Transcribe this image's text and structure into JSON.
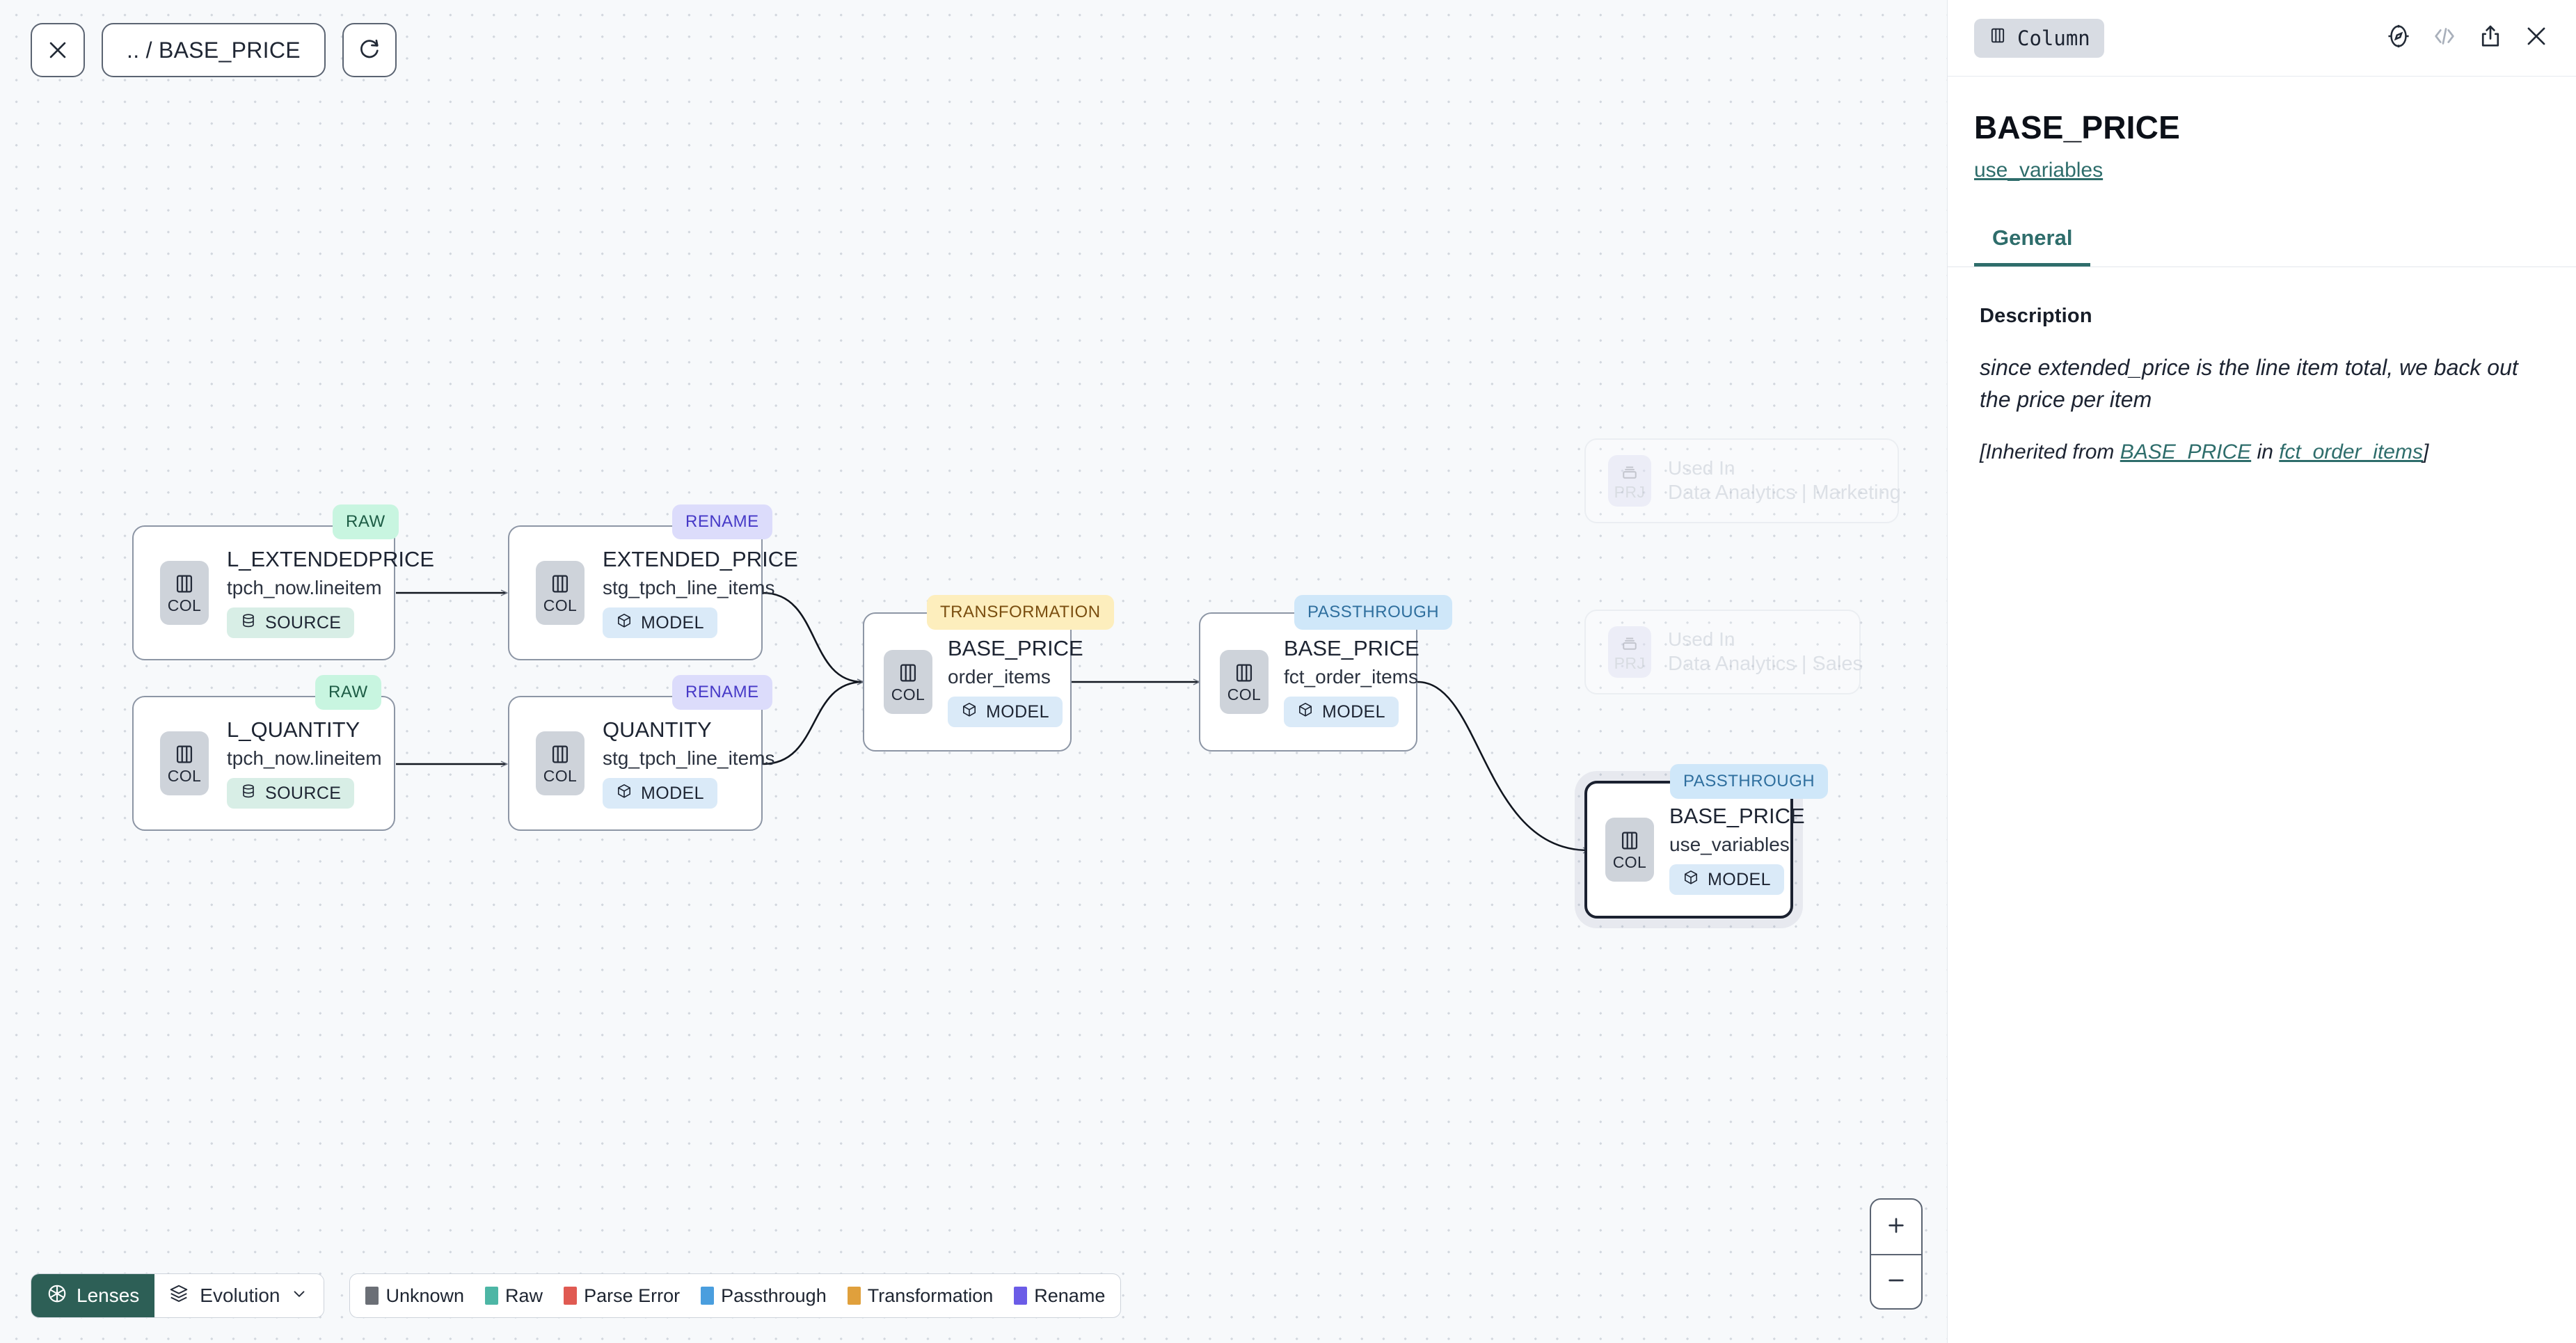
{
  "toolbar": {
    "close_icon": "close-icon",
    "breadcrumb": ".. / BASE_PRICE",
    "refresh_icon": "refresh-icon"
  },
  "graph": {
    "nodes": [
      {
        "id": "l_extendedprice",
        "icon_label": "COL",
        "title": "L_EXTENDEDPRICE",
        "subtitle": "tpch_now.lineitem",
        "kind": "SOURCE",
        "status": "RAW",
        "selected": false,
        "ghost": false
      },
      {
        "id": "l_quantity",
        "icon_label": "COL",
        "title": "L_QUANTITY",
        "subtitle": "tpch_now.lineitem",
        "kind": "SOURCE",
        "status": "RAW",
        "selected": false,
        "ghost": false
      },
      {
        "id": "extended_price",
        "icon_label": "COL",
        "title": "EXTENDED_PRICE",
        "subtitle": "stg_tpch_line_items",
        "kind": "MODEL",
        "status": "RENAME",
        "selected": false,
        "ghost": false
      },
      {
        "id": "quantity",
        "icon_label": "COL",
        "title": "QUANTITY",
        "subtitle": "stg_tpch_line_items",
        "kind": "MODEL",
        "status": "RENAME",
        "selected": false,
        "ghost": false
      },
      {
        "id": "base_price_order_items",
        "icon_label": "COL",
        "title": "BASE_PRICE",
        "subtitle": "order_items",
        "kind": "MODEL",
        "status": "TRANSFORMATION",
        "selected": false,
        "ghost": false
      },
      {
        "id": "base_price_fct_order_items",
        "icon_label": "COL",
        "title": "BASE_PRICE",
        "subtitle": "fct_order_items",
        "kind": "MODEL",
        "status": "PASSTHROUGH",
        "selected": false,
        "ghost": false
      },
      {
        "id": "base_price_use_variables",
        "icon_label": "COL",
        "title": "BASE_PRICE",
        "subtitle": "use_variables",
        "kind": "MODEL",
        "status": "PASSTHROUGH",
        "selected": true,
        "ghost": false
      },
      {
        "id": "used_in_marketing",
        "icon_label": "PRJ",
        "title": "Used In",
        "subtitle": "Data Analytics | Marketing",
        "kind": "",
        "status": "",
        "selected": false,
        "ghost": true
      },
      {
        "id": "used_in_sales",
        "icon_label": "PRJ",
        "title": "Used In",
        "subtitle": "Data Analytics | Sales",
        "kind": "",
        "status": "",
        "selected": false,
        "ghost": true
      }
    ]
  },
  "bottom_bar": {
    "lenses_label": "Lenses",
    "evolution_label": "Evolution",
    "legend": [
      {
        "label": "Unknown",
        "color": "#6b6f76"
      },
      {
        "label": "Raw",
        "color": "#4db6a5"
      },
      {
        "label": "Parse Error",
        "color": "#e05a52"
      },
      {
        "label": "Passthrough",
        "color": "#4a9ede"
      },
      {
        "label": "Transformation",
        "color": "#e0a03c"
      },
      {
        "label": "Rename",
        "color": "#6b5ce7"
      }
    ]
  },
  "zoom_controls": {
    "zoom_in": "+",
    "zoom_out": "−"
  },
  "panel": {
    "type_chip": "Column",
    "title": "BASE_PRICE",
    "parent_link": "use_variables",
    "tabs": [
      {
        "label": "General",
        "active": true
      }
    ],
    "description_label": "Description",
    "description_text": "since extended_price is the line item total, we back out the price per item",
    "inherited_prefix": "[Inherited from ",
    "inherited_column": "BASE_PRICE",
    "inherited_mid": " in ",
    "inherited_model": "fct_order_items",
    "inherited_suffix": "]",
    "icons": {
      "compass": "compass-icon",
      "code": "code-icon",
      "share": "share-icon",
      "close": "close-icon"
    }
  }
}
